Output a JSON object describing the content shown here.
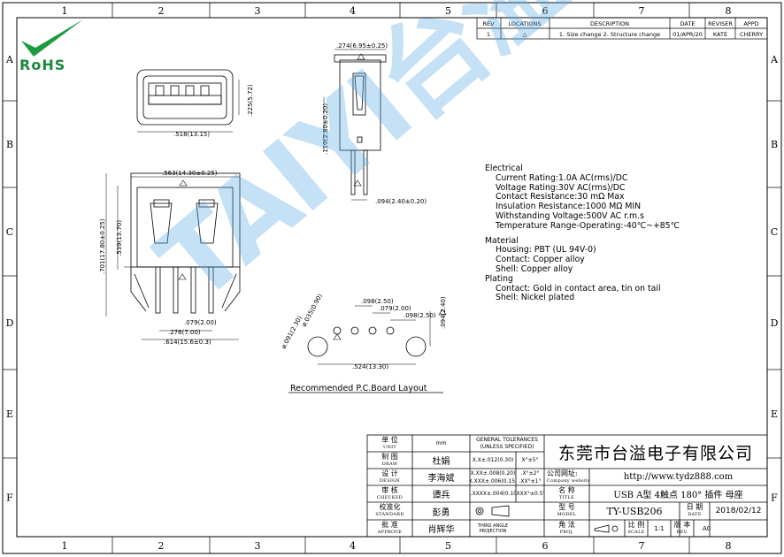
{
  "grid": {
    "columns": [
      "1",
      "2",
      "3",
      "4",
      "5",
      "6",
      "7",
      "8"
    ],
    "rows": [
      "A",
      "B",
      "C",
      "D",
      "E",
      "F"
    ]
  },
  "logo": {
    "text": "RoHS"
  },
  "watermark": {
    "text": "TAIYI台溢"
  },
  "revision": {
    "headers": [
      "REV",
      "LOCATIONS",
      "DESCRIPTION",
      "DATE",
      "REVISER",
      "APPD"
    ],
    "rows": [
      [
        "1",
        "△",
        "1. Size change    2. Structure change",
        "01/APR/20",
        "KATE",
        "CHERRY"
      ]
    ]
  },
  "dimensions": {
    "front_top_w": ".518(13.15)",
    "front_top_h": ".225(5.72)",
    "front_w": ".563(14.30±0.25)",
    "front_h1": ".701(17.80±0.25)",
    "front_h2": ".539(13.70)",
    "pin_pitch": ".079(2.00)",
    "pin_span": ".276(7.00)",
    "base_w": ".614(15.6±0.3)",
    "side_top": ".274(6.95±0.25)",
    "side_h": ".110(2.80±0.20)",
    "side_pin": ".094(2.40±0.20)",
    "pcb_d1": ".098(2.50)",
    "pcb_d2": ".079(2.00)",
    "pcb_d3": ".098(2.50)",
    "pcb_d4": ".094(2.40)",
    "pcb_hole1": "ø.035(0.90)",
    "pcb_hole2": "ø.091(2.30)",
    "pcb_span": ".524(13.30)"
  },
  "pcb_label": "Recommended P.C.Board Layout",
  "spec": {
    "electrical_title": "Electrical",
    "electrical": [
      "Current Rating:1.0A AC(rms)/DC",
      "Voltage Rating:30V AC(rms)/DC",
      "Contact Resistance:30 mΩ Max",
      "Insulation Resistance:1000 MΩ MIN",
      "Withstanding Voltage:500V AC r.m.s",
      "Temperature Range-Operating:-40℃~+85℃"
    ],
    "material_title": "Material",
    "material": [
      "Housing: PBT (UL 94V-0)",
      "Contact: Copper alloy",
      "Shell: Copper alloy"
    ],
    "plating_title": "Plating",
    "plating": [
      "Contact: Gold in contact area, tin on tail",
      "Shell: Nickel plated"
    ]
  },
  "title_block": {
    "unit_zh": "单 位",
    "unit_en": "UNIT",
    "unit_val": "mm",
    "draw_zh": "制 图",
    "draw_en": "DRAW",
    "draw_val": "杜娟",
    "design_zh": "设 计",
    "design_en": "DESIGN",
    "design_val": "李海斌",
    "checked_zh": "审 核",
    "checked_en": "CHECKED",
    "checked_val": "谭兵",
    "standard_zh": "校准化",
    "standard_en": "STANDARD",
    "standard_val": "彭勇",
    "approve_zh": "批 准",
    "approve_en": "APPROVE",
    "approve_val": "肖辉华",
    "tol_title": "GENERAL TOLERANCES\n(UNLESS SPECIFIED)",
    "tol": [
      [
        "X.X±.012(0.30)",
        "X°±5°"
      ],
      [
        "X.XX±.008(0.20)",
        ".X°±2°"
      ],
      [
        "X.XXX±.006(0.15)",
        ".XX°±1°"
      ],
      [
        "X.XXXX±.004(0.10)",
        ".XXX°±0.5°"
      ]
    ],
    "projection": "THIRD ANGLE PROJECTION",
    "company": "东莞市台溢电子有限公司",
    "website_zh": "公司网址:",
    "website_en": "Company website",
    "website": "http://www.tydz888.com",
    "title_zh": "名 称",
    "title_en": "TITLE",
    "title_val": "USB A型 4触点 180° 插件 母座",
    "model_zh": "型 号",
    "model_en": "MODEL",
    "model_val": "TY-USB206",
    "date_zh": "日 期",
    "date_en": "DATE",
    "date_val": "2018/02/12",
    "proj_zh": "角 法",
    "proj_en": "PROJ.",
    "scale_zh": "比 例",
    "scale_en": "SCALE",
    "scale_val": "1:1",
    "rev_zh": "版 本",
    "rev_en": "REV.",
    "rev_val": "A0"
  }
}
